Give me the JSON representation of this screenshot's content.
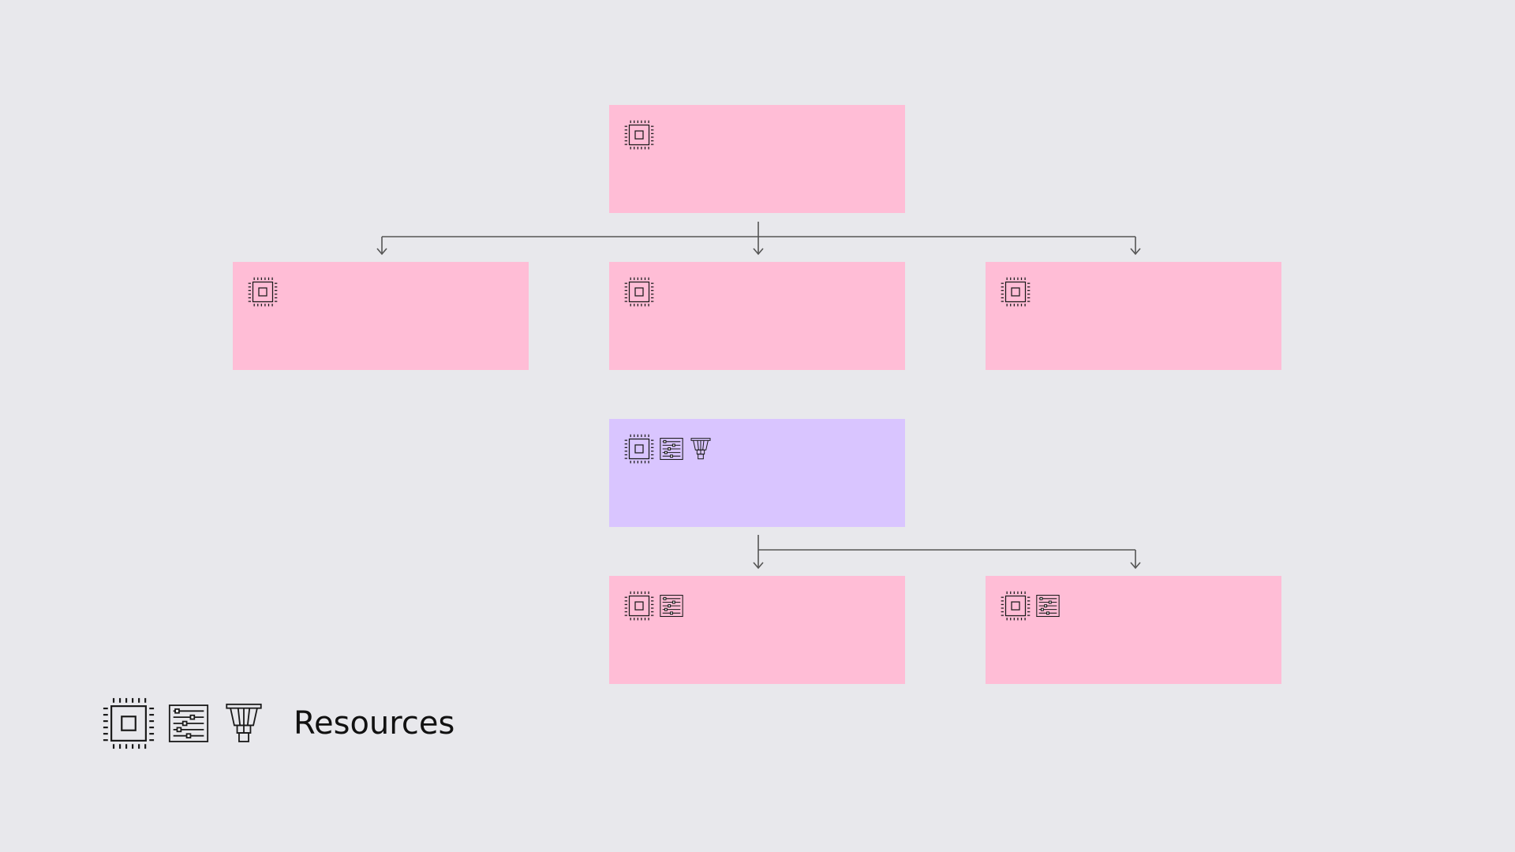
{
  "colors": {
    "background": "#e8e8ec",
    "node_pink": "#ffbdd6",
    "node_purple": "#d9c5ff",
    "connector": "#555555",
    "icon_stroke": "#1a1a1a"
  },
  "nodes": [
    {
      "id": "root",
      "color": "pink",
      "icons": [
        "cpu-icon"
      ]
    },
    {
      "id": "child-left",
      "color": "pink",
      "icons": [
        "cpu-icon"
      ]
    },
    {
      "id": "child-center",
      "color": "pink",
      "icons": [
        "cpu-icon"
      ]
    },
    {
      "id": "child-right",
      "color": "pink",
      "icons": [
        "cpu-icon"
      ]
    },
    {
      "id": "group-parent",
      "color": "purple",
      "icons": [
        "cpu-icon",
        "memory-icon",
        "gpu-icon"
      ]
    },
    {
      "id": "group-child-left",
      "color": "pink",
      "icons": [
        "cpu-icon",
        "memory-icon"
      ]
    },
    {
      "id": "group-child-right",
      "color": "pink",
      "icons": [
        "cpu-icon",
        "memory-icon"
      ]
    }
  ],
  "edges": [
    {
      "from": "root",
      "to": "child-left"
    },
    {
      "from": "root",
      "to": "child-center"
    },
    {
      "from": "root",
      "to": "child-right"
    },
    {
      "from": "group-parent",
      "to": "group-child-left"
    },
    {
      "from": "group-parent",
      "to": "group-child-right"
    }
  ],
  "legend": {
    "icons": [
      "cpu-icon",
      "memory-icon",
      "gpu-icon"
    ],
    "label": "Resources"
  }
}
